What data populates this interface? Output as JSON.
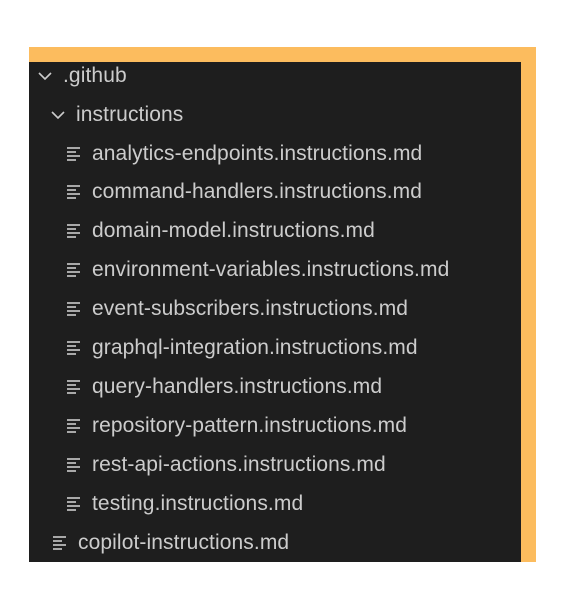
{
  "explorer": {
    "root_folder": {
      "label": ".github",
      "icon": "chevron-down-icon",
      "expanded": true
    },
    "sub_folder": {
      "label": "instructions",
      "icon": "chevron-down-icon",
      "expanded": true
    },
    "files": [
      {
        "label": "analytics-endpoints.instructions.md",
        "icon": "file-lines-icon"
      },
      {
        "label": "command-handlers.instructions.md",
        "icon": "file-lines-icon"
      },
      {
        "label": "domain-model.instructions.md",
        "icon": "file-lines-icon"
      },
      {
        "label": "environment-variables.instructions.md",
        "icon": "file-lines-icon"
      },
      {
        "label": "event-subscribers.instructions.md",
        "icon": "file-lines-icon"
      },
      {
        "label": "graphql-integration.instructions.md",
        "icon": "file-lines-icon"
      },
      {
        "label": "query-handlers.instructions.md",
        "icon": "file-lines-icon"
      },
      {
        "label": "repository-pattern.instructions.md",
        "icon": "file-lines-icon"
      },
      {
        "label": "rest-api-actions.instructions.md",
        "icon": "file-lines-icon"
      },
      {
        "label": "testing.instructions.md",
        "icon": "file-lines-icon"
      }
    ],
    "root_file": {
      "label": "copilot-instructions.md",
      "icon": "file-lines-icon"
    }
  },
  "colors": {
    "highlight_border": "#fcbc5e",
    "panel_background": "#1e1e1e",
    "text": "#cccccc"
  }
}
